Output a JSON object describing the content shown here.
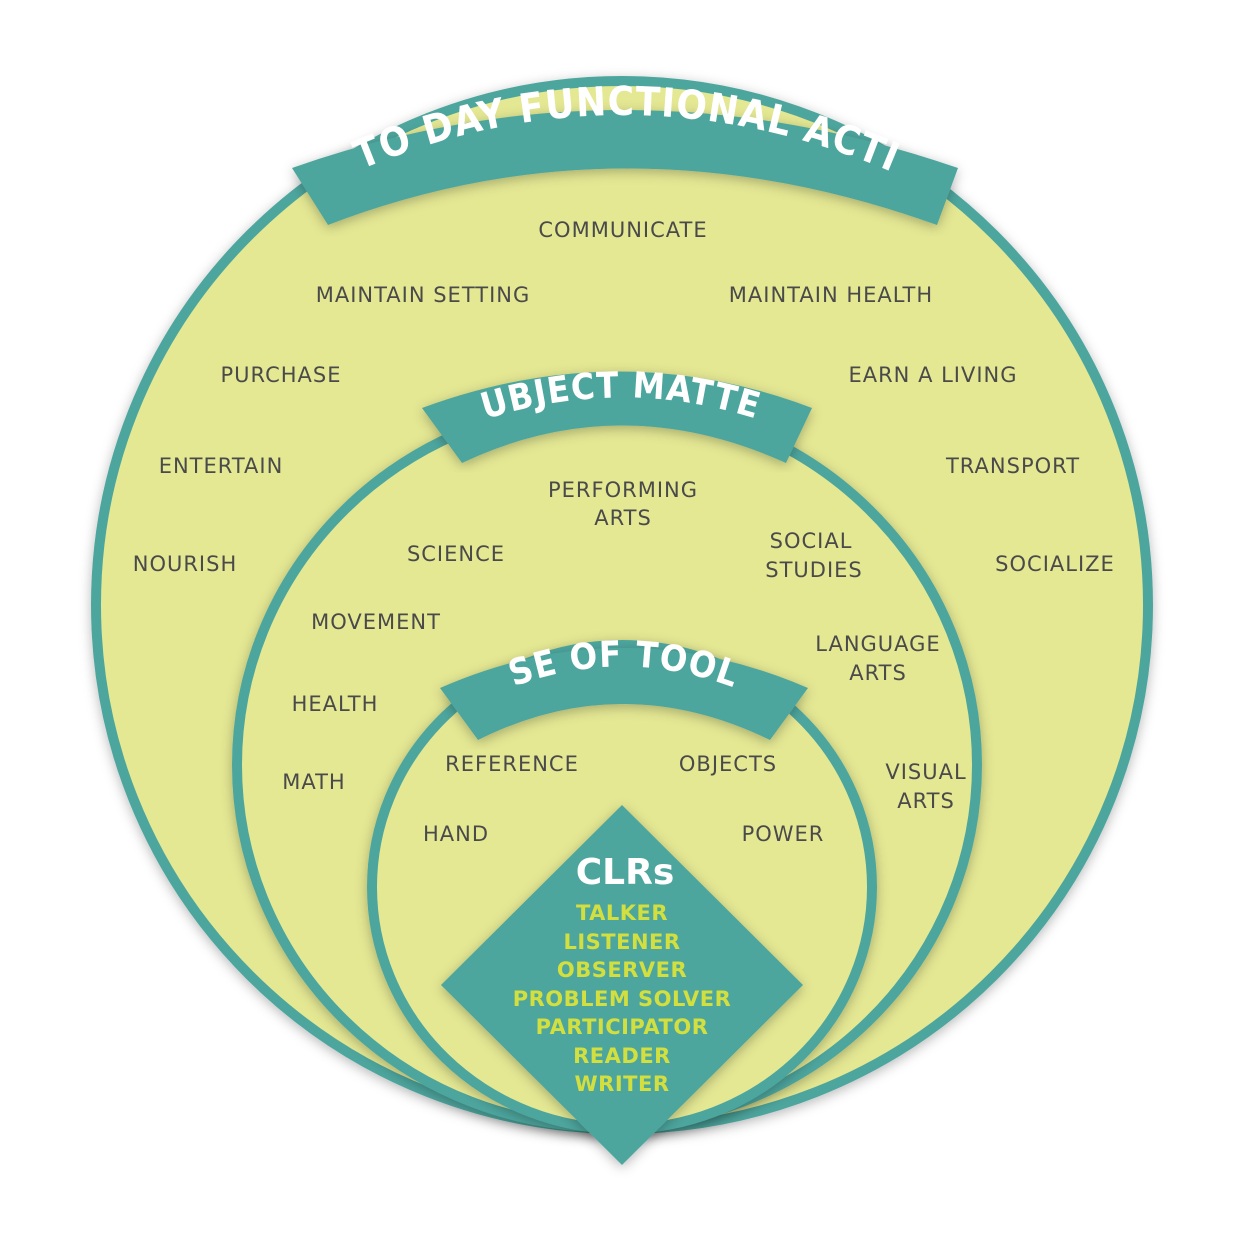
{
  "colors": {
    "fill": "#e4e893",
    "stroke": "#4ea69e",
    "banner": "#4ea69e",
    "text": "#4a4a4a",
    "clr_items": "#d2df3f"
  },
  "outer": {
    "title": "DAY TO DAY FUNCTIONAL ACTIONS",
    "items": [
      "COMMUNICATE",
      "MAINTAIN SETTING",
      "MAINTAIN HEALTH",
      "PURCHASE",
      "EARN A LIVING",
      "ENTERTAIN",
      "TRANSPORT",
      "NOURISH",
      "SOCIALIZE"
    ]
  },
  "middle": {
    "title": "SUBJECT MATTER",
    "items": [
      "PERFORMING",
      "ARTS",
      "SCIENCE",
      "SOCIAL",
      "STUDIES",
      "MOVEMENT",
      "LANGUAGE",
      "ARTS",
      "HEALTH",
      "MATH",
      "VISUAL",
      "ARTS"
    ]
  },
  "inner": {
    "title": "USE OF TOOLS",
    "items": [
      "REFERENCE",
      "OBJECTS",
      "HAND",
      "POWER"
    ]
  },
  "clrs": {
    "title": "CLRs",
    "items": [
      "TALKER",
      "LISTENER",
      "OBSERVER",
      "PROBLEM SOLVER",
      "PARTICIPATOR",
      "READER",
      "WRITER"
    ]
  }
}
